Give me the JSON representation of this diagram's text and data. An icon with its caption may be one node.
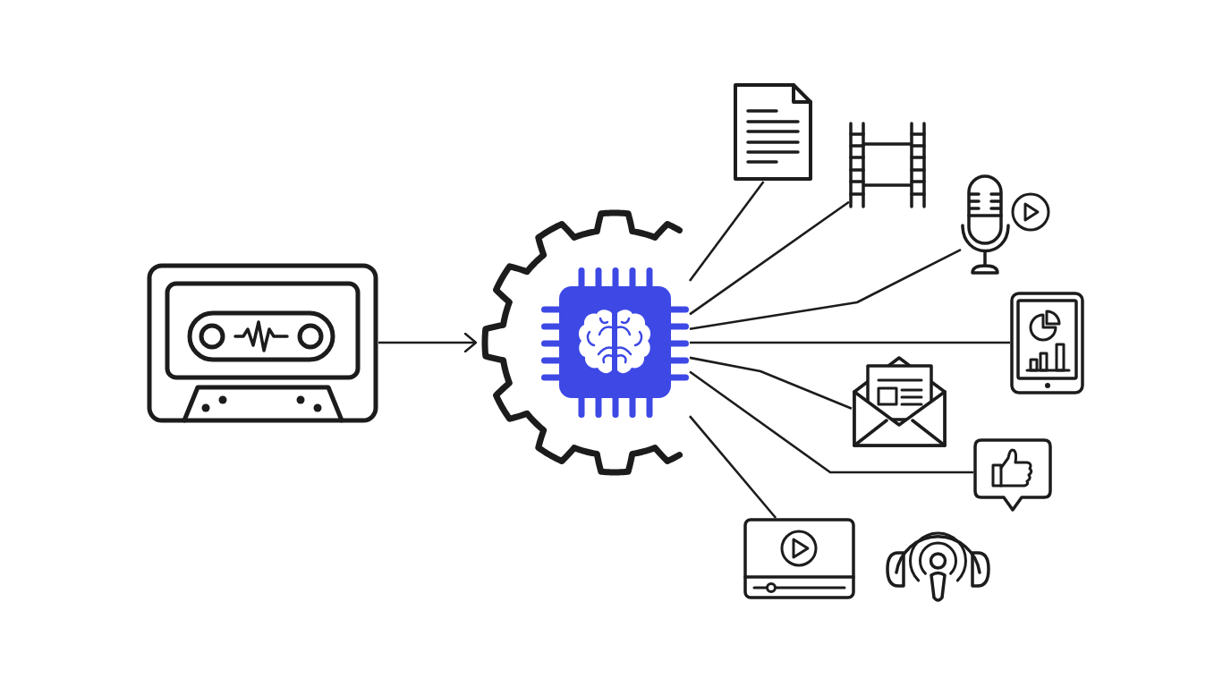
{
  "diagram": {
    "nodes": [
      {
        "text": [],
        "shape": "picture"
      },
      {
        "text": [],
        "shape": "picture"
      },
      {
        "text": [],
        "shape": "picture",
        "in": 1
      },
      {
        "text": [],
        "shape": "picture"
      },
      {
        "text": [],
        "shape": "picture"
      },
      {
        "text": [],
        "shape": "picture"
      },
      {
        "text": [],
        "shape": "picture"
      },
      {
        "text": [],
        "shape": "picture"
      },
      {
        "text": [],
        "shape": "picture"
      },
      {
        "text": [],
        "shape": "picture"
      },
      {
        "text": [],
        "shape": "picture"
      }
    ],
    "edges": [
      {
        "from": 0,
        "to": 1,
        "arrow": "to"
      },
      {
        "from": 2,
        "to": 3,
        "arrow": "none"
      },
      {
        "from": 2,
        "to": 4,
        "arrow": "none"
      },
      {
        "from": 2,
        "to": 5,
        "arrow": "none"
      },
      {
        "from": 2,
        "to": 6,
        "arrow": "none"
      },
      {
        "from": 2,
        "to": 7,
        "arrow": "none"
      },
      {
        "from": 2,
        "to": 8,
        "arrow": "none"
      },
      {
        "from": 2,
        "to": 9,
        "arrow": "none"
      }
    ]
  }
}
